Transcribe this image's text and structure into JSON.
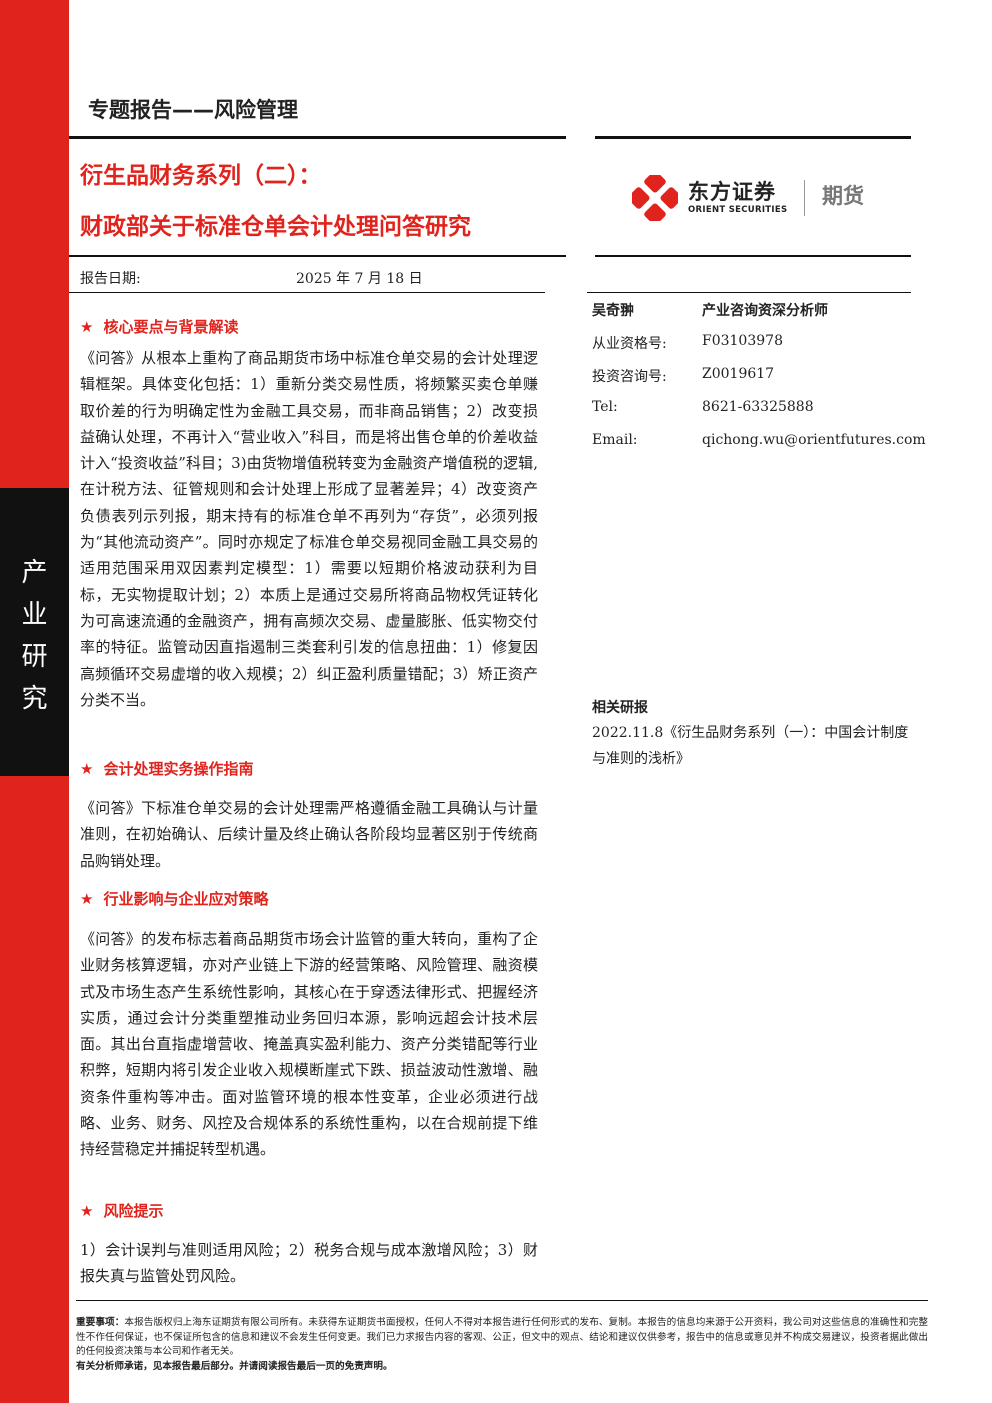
{
  "side_label": [
    "产",
    "业",
    "研",
    "究"
  ],
  "header": {
    "subtitle": "专题报告——风险管理",
    "title_line1": "衍生品财务系列（二）：",
    "title_line2": "财政部关于标准仓单会计处理问答研究",
    "date_label": "报告日期:",
    "date_value": "2025 年 7 月 18 日"
  },
  "logo": {
    "name_cn": "东方证券",
    "name_en": "ORIENT SECURITIES",
    "division": "期货",
    "brand_color": "#e0231c"
  },
  "sections": [
    {
      "heading": "核心要点与背景解读",
      "body": "《问答》从根本上重构了商品期货市场中标准仓单交易的会计处理逻辑框架。具体变化包括：1）重新分类交易性质，将频繁买卖仓单赚取价差的行为明确定性为金融工具交易，而非商品销售；2）改变损益确认处理，不再计入“营业收入”科目，而是将出售仓单的价差收益计入“投资收益”科目；3)由货物增值税转变为金融资产增值税的逻辑,在计税方法、征管规则和会计处理上形成了显著差异；4）改变资产负债表列示列报，期末持有的标准仓单不再列为“存货”，必须列报为“其他流动资产”。同时亦规定了标准仓单交易视同金融工具交易的适用范围采用双因素判定模型：1）需要以短期价格波动获利为目标，无实物提取计划；2）本质上是通过交易所将商品物权凭证转化为可高速流通的金融资产，拥有高频次交易、虚量膨胀、低实物交付率的特征。监管动因直指遏制三类套利引发的信息扭曲：1）修复因高频循环交易虚增的收入规模；2）纠正盈利质量错配；3）矫正资产分类不当。"
    },
    {
      "heading": "会计处理实务操作指南",
      "body": "《问答》下标准仓单交易的会计处理需严格遵循金融工具确认与计量准则，在初始确认、后续计量及终止确认各阶段均显著区别于传统商品购销处理。"
    },
    {
      "heading": "行业影响与企业应对策略",
      "body": "《问答》的发布标志着商品期货市场会计监管的重大转向，重构了企业财务核算逻辑，亦对产业链上下游的经营策略、风险管理、融资模式及市场生态产生系统性影响，其核心在于穿透法律形式、把握经济实质，通过会计分类重塑推动业务回归本源，影响远超会计技术层面。其出台直指虚增营收、掩盖真实盈利能力、资产分类错配等行业积弊，短期内将引发企业收入规模断崖式下跌、损益波动性激增、融资条件重构等冲击。面对监管环境的根本性变革，企业必须进行战略、业务、财务、风控及合规体系的系统性重构，以在合规前提下维持经营稳定并捕捉转型机遇。"
    },
    {
      "heading": "风险提示",
      "body": "1）会计误判与准则适用风险；2）税务合规与成本激增风险；3）财报失真与监管处罚风险。"
    }
  ],
  "analyst": {
    "name": "吴奇翀",
    "title": "产业咨询资深分析师",
    "rows": [
      {
        "label": "从业资格号:",
        "value": "F03103978"
      },
      {
        "label": "投资咨询号:",
        "value": "Z0019617"
      },
      {
        "label": "Tel:",
        "value": "8621-63325888"
      },
      {
        "label": "Email:",
        "value": "qichong.wu@orientfutures.com"
      }
    ]
  },
  "related": {
    "heading": "相关研报",
    "item": "2022.11.8《衍生品财务系列（一）：中国会计制度与准则的浅析》"
  },
  "disclaimer": {
    "label": "重要事项：",
    "text": "本报告版权归上海东证期货有限公司所有。未获得东证期货书面授权，任何人不得对本报告进行任何形式的发布、复制。本报告的信息均来源于公开资料，我公司对这些信息的准确性和完整性不作任何保证，也不保证所包含的信息和建议不会发生任何变更。我们已力求报告内容的客观、公正，但文中的观点、结论和建议仅供参考，报告中的信息或意见并不构成交易建议，投资者据此做出的任何投资决策与本公司和作者无关。",
    "footer": "有关分析师承诺，见本报告最后部分。并请阅读报告最后一页的免责声明。"
  }
}
